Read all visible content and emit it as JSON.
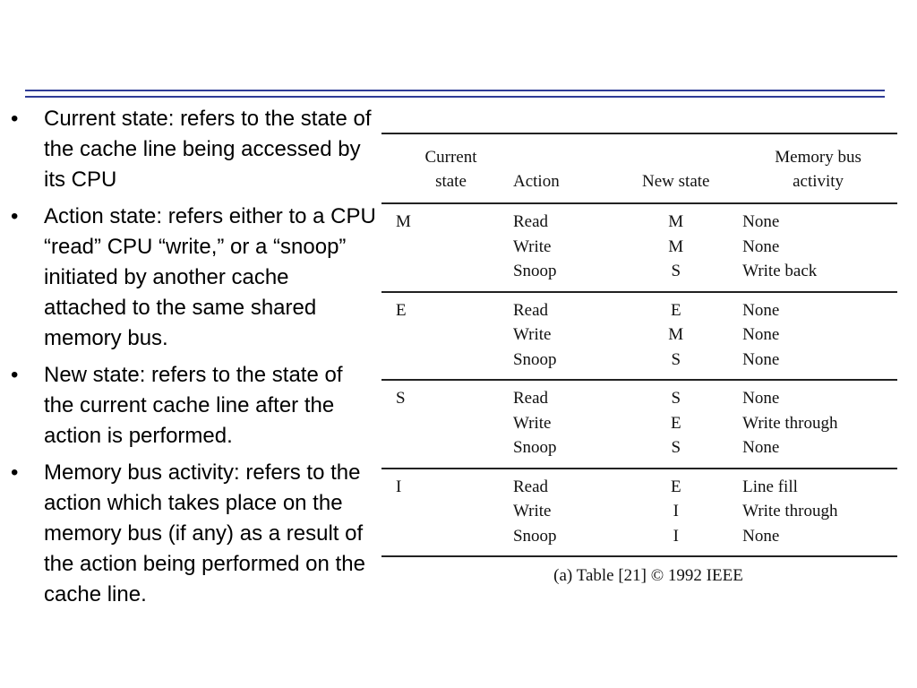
{
  "bullets": [
    "Current state: refers to the state of the cache line being accessed by its CPU",
    "Action state: refers either to a CPU “read” CPU “write,” or a “snoop” initiated by another cache attached to the same shared memory bus.",
    "New state: refers to the state of the current cache line after the action is performed.",
    "Memory bus activity: refers to the action which takes place on the memory bus (if any) as a result of the action being performed on the cache line."
  ],
  "bullet_symbol": "•",
  "table": {
    "headers": {
      "current_line1": "Current",
      "current_line2": "state",
      "action": "Action",
      "new_state": "New state",
      "memory_line1": "Memory bus",
      "memory_line2": "activity"
    },
    "groups": [
      {
        "state": "M",
        "rows": [
          {
            "action": "Read",
            "new_state": "M",
            "memory": "None"
          },
          {
            "action": "Write",
            "new_state": "M",
            "memory": "None"
          },
          {
            "action": "Snoop",
            "new_state": "S",
            "memory": "Write back"
          }
        ]
      },
      {
        "state": "E",
        "rows": [
          {
            "action": "Read",
            "new_state": "E",
            "memory": "None"
          },
          {
            "action": "Write",
            "new_state": "M",
            "memory": "None"
          },
          {
            "action": "Snoop",
            "new_state": "S",
            "memory": "None"
          }
        ]
      },
      {
        "state": "S",
        "rows": [
          {
            "action": "Read",
            "new_state": "S",
            "memory": "None"
          },
          {
            "action": "Write",
            "new_state": "E",
            "memory": "Write through"
          },
          {
            "action": "Snoop",
            "new_state": "S",
            "memory": "None"
          }
        ]
      },
      {
        "state": "I",
        "rows": [
          {
            "action": "Read",
            "new_state": "E",
            "memory": "Line fill"
          },
          {
            "action": "Write",
            "new_state": "I",
            "memory": "Write through"
          },
          {
            "action": "Snoop",
            "new_state": "I",
            "memory": "None"
          }
        ]
      }
    ],
    "caption": "(a) Table [21] © 1992 IEEE"
  },
  "colors": {
    "rule": "#2f3c96",
    "text": "#000000"
  }
}
